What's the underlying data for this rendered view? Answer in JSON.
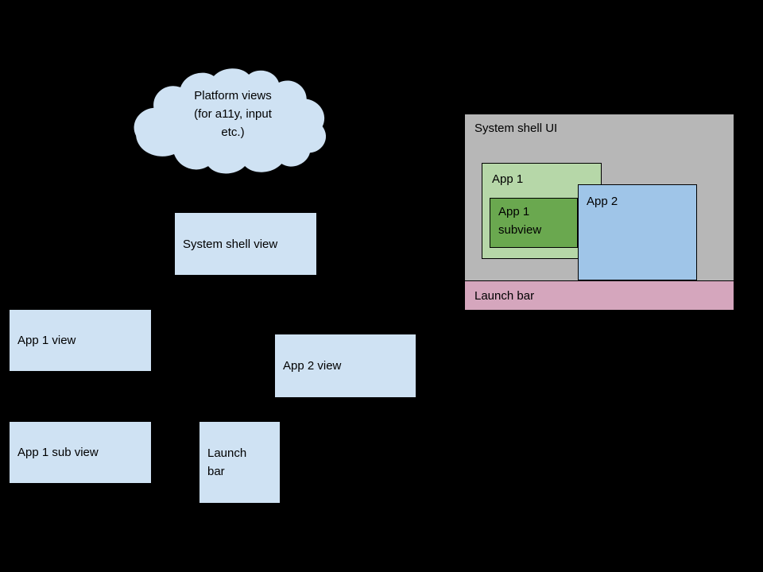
{
  "cloud": {
    "label": "Platform views\n(for a11y, input\netc.)"
  },
  "view_tree": {
    "system_shell_view": "System shell view",
    "app1_view": "App 1 view",
    "app2_view": "App 2 view",
    "app1_sub_view": "App 1 sub view",
    "launch_bar_view": "Launch bar"
  },
  "shell_ui": {
    "title": "System shell UI",
    "app1_window": "App 1",
    "app1_subview": "App 1 subview",
    "app2_window": "App 2",
    "launch_bar": "Launch bar"
  },
  "colors": {
    "background": "#000000",
    "view_node_fill": "#cfe2f3",
    "cloud_fill": "#cfe2f3",
    "shell_ui_fill": "#b7b7b7",
    "app1_fill": "#b6d7a8",
    "app1_subview_fill": "#6aa84f",
    "app2_fill": "#9fc5e8",
    "launch_bar_fill": "#d5a6bd",
    "outline": "#000000"
  }
}
